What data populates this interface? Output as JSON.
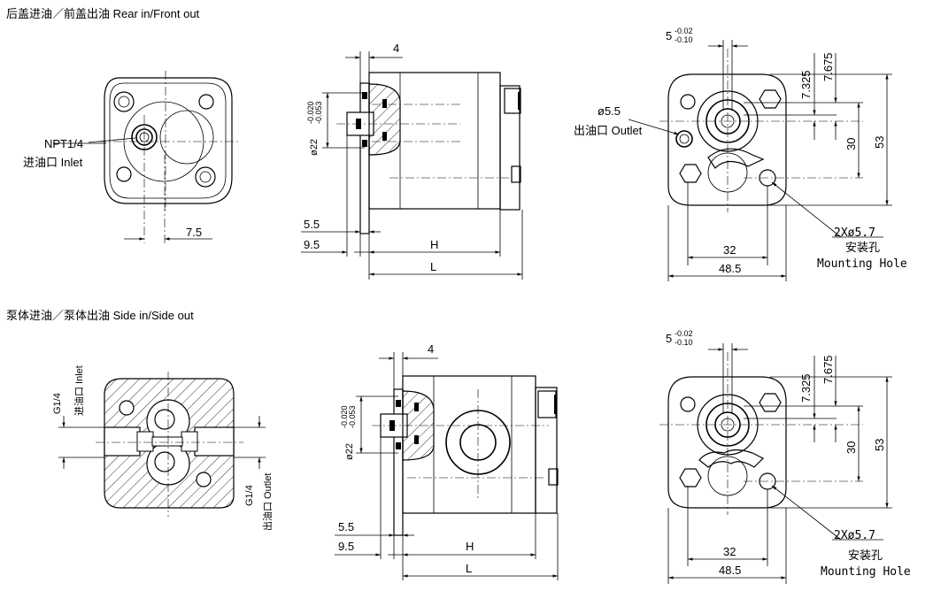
{
  "sections": {
    "rear_front": "后盖进油／前盖出油   Rear in/Front out",
    "side_side": "泵体进油／泵体出油   Side in/Side out"
  },
  "top_left": {
    "port_size": "NPT1/4",
    "port_label": "进油口 Inlet",
    "dim_7_5": "7.5"
  },
  "top_mid": {
    "dim_4": "4",
    "dia_main": "ø22",
    "dia_tol_upper": "-0.020",
    "dia_tol_lower": "-0.053",
    "dim_5_5": "5.5",
    "dim_9_5": "9.5",
    "dim_H": "H",
    "dim_L": "L"
  },
  "top_right": {
    "key_main": "5",
    "key_tol_upper": "-0.02",
    "key_tol_lower": "-0.10",
    "dim_7_325": "7.325",
    "dim_7_675": "7.675",
    "dim_30": "30",
    "dim_53": "53",
    "outlet_dia": "ø5.5",
    "outlet_label": "出油口  Outlet",
    "hole_spec": "2Xø5.7",
    "hole_cn": "安装孔",
    "hole_en": "Mounting Hole",
    "dim_32": "32",
    "dim_48_5": "48.5"
  },
  "bot_left": {
    "inlet_size": "G1/4",
    "inlet_label": "进油口 Inlet",
    "outlet_size": "G1/4",
    "outlet_label": "出油口 Outlet"
  },
  "bot_mid": {
    "dim_4": "4",
    "dia_main": "ø22",
    "dia_tol_upper": "-0.020",
    "dia_tol_lower": "-0.053",
    "dim_5_5": "5.5",
    "dim_9_5": "9.5",
    "dim_H": "H",
    "dim_L": "L"
  },
  "bot_right": {
    "key_main": "5",
    "key_tol_upper": "-0.02",
    "key_tol_lower": "-0.10",
    "dim_7_325": "7.325",
    "dim_7_675": "7.675",
    "dim_30": "30",
    "dim_53": "53",
    "hole_spec": "2Xø5.7",
    "hole_cn": "安装孔",
    "hole_en": "Mounting Hole",
    "dim_32": "32",
    "dim_48_5": "48.5"
  }
}
